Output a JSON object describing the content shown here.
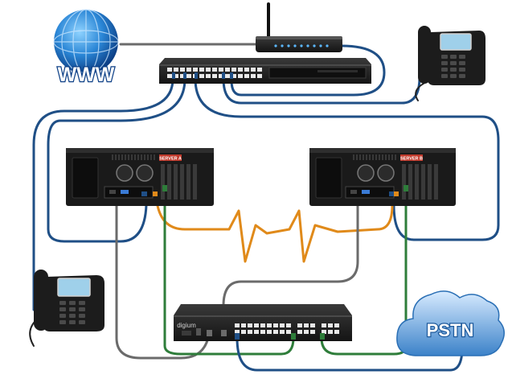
{
  "globe": {
    "label": "WWW"
  },
  "cloud": {
    "label": "PSTN"
  },
  "server_a": {
    "label": "SERVER A"
  },
  "server_b": {
    "label": "SERVER B"
  },
  "gateway": {
    "brand": "digium"
  },
  "colors": {
    "cable_blue": "#1f4f86",
    "cable_green": "#2e7d3a",
    "cable_gray": "#6b6b6b",
    "heartbeat_orange": "#e08a1a",
    "device_black": "#1c1c1c",
    "server_red_label": "#c0392b"
  },
  "icons": {
    "globe": "globe-icon",
    "router": "wifi-router-icon",
    "switch": "network-switch-icon",
    "phone": "desk-phone-icon",
    "server": "server-chassis-icon",
    "gateway": "telephony-gateway-icon",
    "cloud": "cloud-icon"
  }
}
